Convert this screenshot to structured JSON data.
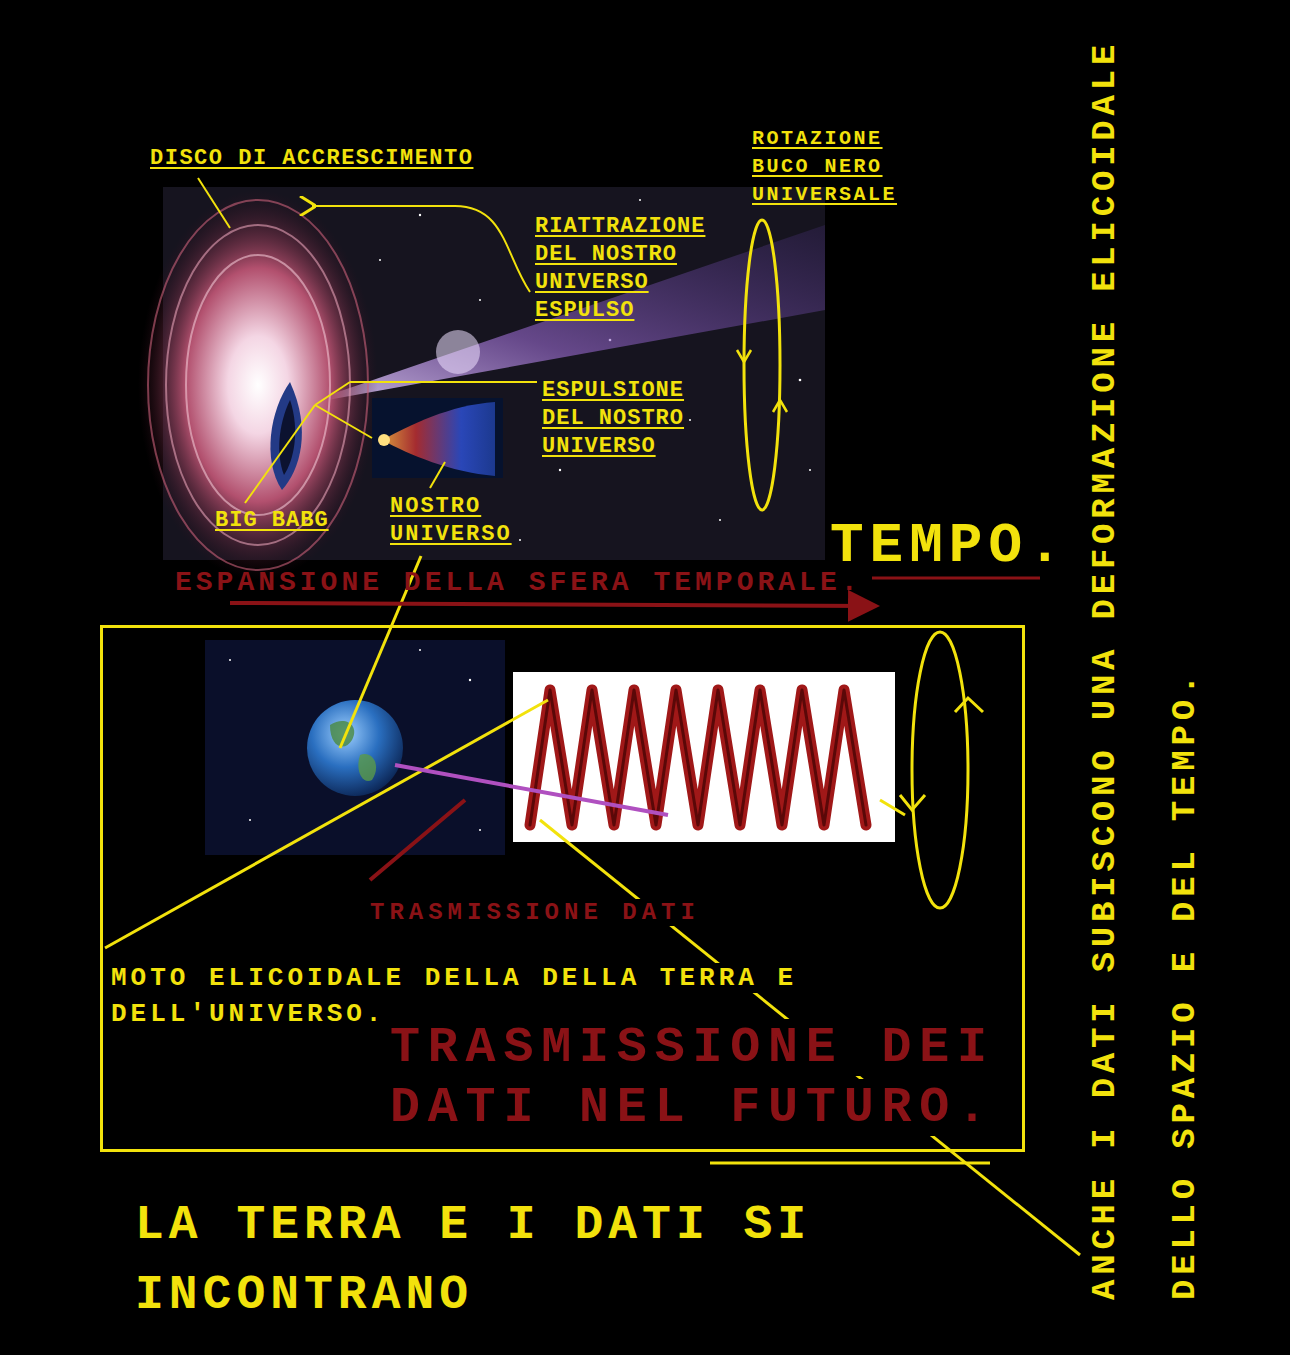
{
  "diagram": {
    "nodes": [
      {
        "text": [
          "TRASMISSIONE DATI",
          "MOTO ELICOIDALE DELLA DELLA TERRA E DELL'UNIVERSO.",
          "TRASMISSIONE DEI DATI NEL FUTURO."
        ]
      }
    ],
    "labels": [
      "DISCO DI ACCRESCIMENTO",
      "ROTAZIONE BUCO NERO UNIVERSALE",
      "RIATTRAZIONE DEL NOSTRO UNIVERSO ESPULSO",
      "ESPULSIONE DEL NOSTRO UNIVERSO",
      "BIG BABG",
      "NOSTRO UNIVERSO",
      "TEMPO.",
      "ESPANSIONE DELLA SFERA TEMPORALE.",
      "LA TERRA E I DATI SI INCONTRANO",
      "ANCHE I DATI SUBISCONO UNA DEFORMAZIONE ELICOIDALE DELLO SPAZIO E DEL TEMPO."
    ]
  }
}
